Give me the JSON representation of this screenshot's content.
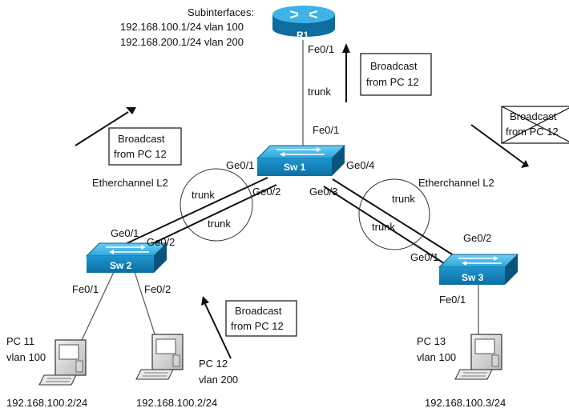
{
  "router": {
    "name": "R1",
    "subif_title": "Subinterfaces:",
    "subif_line1": "192.168.100.1/24 vlan 100",
    "subif_line2": "192.168.200.1/24 vlan 200",
    "port": "Fe0/1"
  },
  "links": {
    "r1_sw1_label": "trunk",
    "sw1_r1_port": "Fe0/1",
    "left_ec_label": "Etherchannel L2",
    "right_ec_label": "Etherchannel L2",
    "left_trunk_a": "trunk",
    "left_trunk_b": "trunk",
    "right_trunk_a": "trunk",
    "right_trunk_b": "trunk"
  },
  "sw1": {
    "name": "Sw 1",
    "ge01": "Ge0/1",
    "ge02": "Ge0/2",
    "ge03": "Ge0/3",
    "ge04": "Ge0/4"
  },
  "sw2": {
    "name": "Sw 2",
    "ge01": "Ge0/1",
    "ge02": "Ge0/2",
    "fe01": "Fe0/1",
    "fe02": "Fe0/2"
  },
  "sw3": {
    "name": "Sw 3",
    "ge01": "Ge0/1",
    "ge02": "Ge0/2",
    "fe01": "Fe0/1"
  },
  "pcs": {
    "pc11": {
      "name": "PC 11",
      "vlan": "vlan 100",
      "ip": "192.168.100.2/24"
    },
    "pc12": {
      "name": "PC 12",
      "vlan": "vlan 200",
      "ip": "192.168.100.2/24"
    },
    "pc13": {
      "name": "PC 13",
      "vlan": "vlan 100",
      "ip": "192.168.100.3/24"
    }
  },
  "broadcast_boxes": {
    "top_line1": "Broadcast",
    "top_line2": "from PC 12",
    "left_line1": "Broadcast",
    "left_line2": "from PC 12",
    "right_line1": "Broadcast",
    "right_line2": "from PC 12",
    "bottom_line1": "Broadcast",
    "bottom_line2": "from PC 12"
  },
  "colors": {
    "device_blue": "#1a8fc9",
    "device_dark": "#0c5f8a",
    "device_light": "#5cc0ee"
  },
  "icons": [
    "router-icon",
    "switch-icon",
    "pc-icon",
    "arrow-icon",
    "cross-icon"
  ]
}
